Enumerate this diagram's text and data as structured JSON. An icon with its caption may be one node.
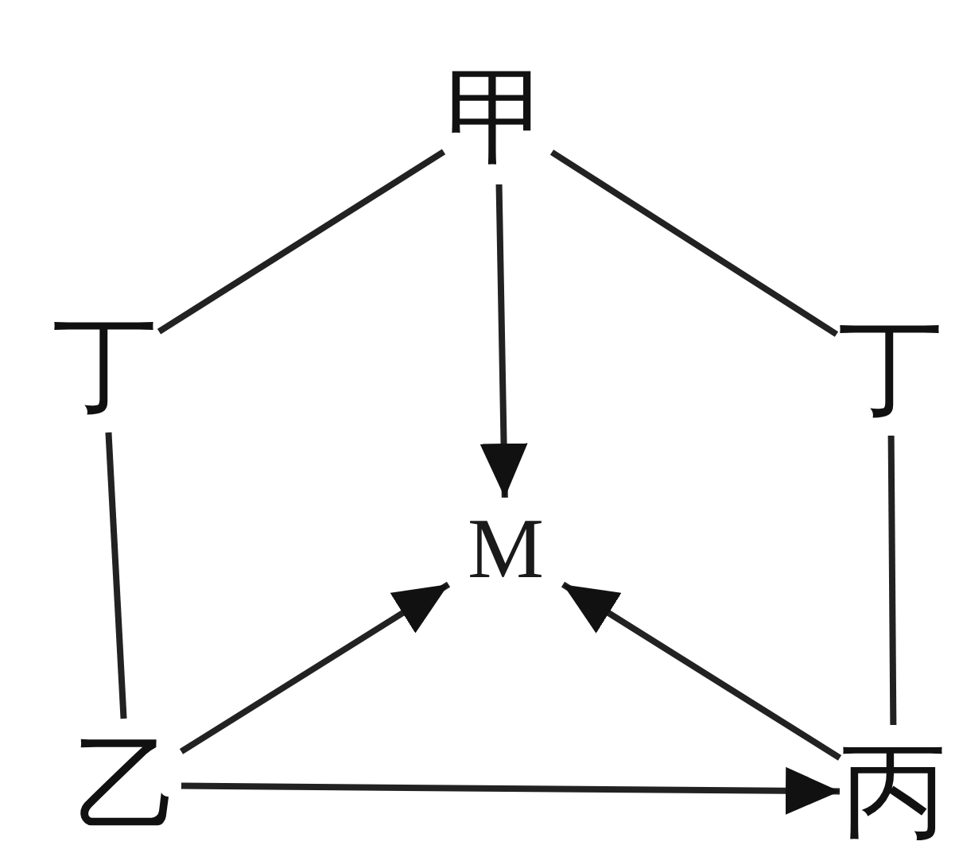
{
  "diagram": {
    "nodes": [
      {
        "text": [
          "甲"
        ]
      },
      {
        "text": [
          "丁"
        ]
      },
      {
        "text": [
          "丁"
        ]
      },
      {
        "text": [
          "M"
        ]
      },
      {
        "text": [
          "乙"
        ]
      },
      {
        "text": [
          "丙"
        ]
      }
    ],
    "edges": [
      {
        "from": 0,
        "to": 1,
        "arrow": "none"
      },
      {
        "from": 0,
        "to": 2,
        "arrow": "none"
      },
      {
        "from": 0,
        "to": 3,
        "arrow": "to"
      },
      {
        "from": 1,
        "to": 4,
        "arrow": "none"
      },
      {
        "from": 2,
        "to": 5,
        "arrow": "none"
      },
      {
        "from": 4,
        "to": 3,
        "arrow": "to"
      },
      {
        "from": 5,
        "to": 3,
        "arrow": "to"
      },
      {
        "from": 4,
        "to": 5,
        "arrow": "to"
      }
    ]
  }
}
